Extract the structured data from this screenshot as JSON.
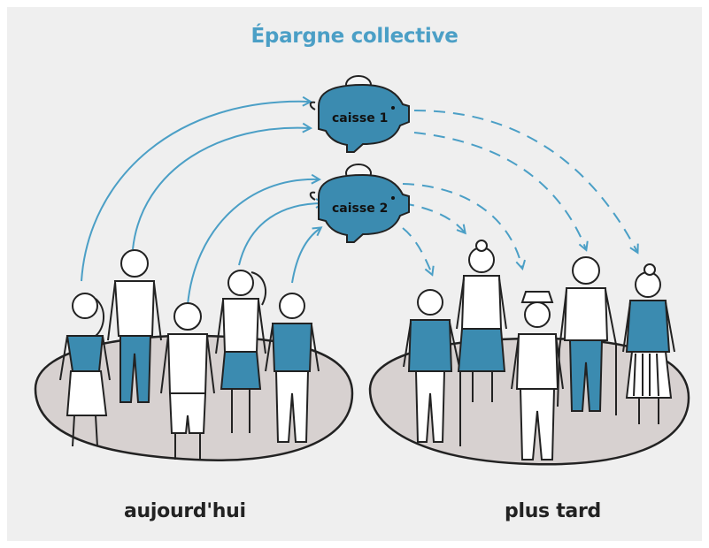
{
  "title": "Épargne collective",
  "banks": [
    {
      "label": "caisse 1"
    },
    {
      "label": "caisse 2"
    }
  ],
  "groups": {
    "left": {
      "label": "aujourd'hui"
    },
    "right": {
      "label": "plus tard"
    }
  },
  "colors": {
    "accent": "#4b9fc6",
    "shirt": "#3b8bb0",
    "ground": "#d7d1d0",
    "background": "#efefef"
  }
}
